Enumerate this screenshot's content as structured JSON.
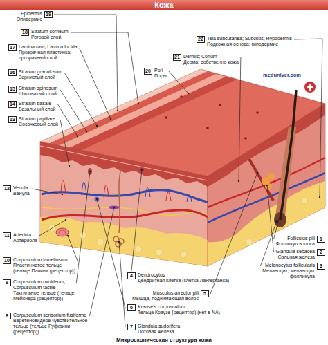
{
  "diagram": {
    "title": "Кожа",
    "caption": "Микроскопическая структура кожи",
    "nodes": [
      {
        "text": [
          "19",
          "Epidermis",
          "Эпидермис"
        ]
      },
      {
        "text": [
          "18",
          "Stratum corneum",
          "Роговой слой"
        ]
      },
      {
        "text": [
          "22",
          "Tela subcutanea; Subcutis; Hypodermis",
          "Подкожная основа; гиподермис"
        ]
      },
      {
        "text": [
          "17",
          "Lamina rara; Lamina lucida",
          "Прозрачная пластинка; прозрачный слой"
        ]
      },
      {
        "text": [
          "21",
          "Dermis; Corium",
          "Дерма; собственно кожа"
        ]
      },
      {
        "text": [
          "20",
          "Pori",
          "Поры"
        ]
      },
      {
        "text": [
          "16",
          "Stratum granulosum",
          "Зернистый слой"
        ]
      },
      {
        "text": [
          "15",
          "Stratum spinosum",
          "Шиповатый слой"
        ]
      },
      {
        "text": [
          "14",
          "Stratum basale",
          "Базальный слой"
        ]
      },
      {
        "text": [
          "13",
          "Stratum papillare",
          "Сосочковый слой"
        ]
      },
      {
        "text": [
          "12",
          "Venula",
          "Венула"
        ]
      },
      {
        "text": [
          "1",
          "Folliculus pili",
          "Фолликул волоса"
        ]
      },
      {
        "text": [
          "2",
          "Glandula sebacea",
          "Сальная железа"
        ]
      },
      {
        "text": [
          "3",
          "Melanocytus follicularis",
          "Меланоцит; меланоцит фолликула"
        ]
      },
      {
        "text": [
          "11",
          "Arteriola",
          "Артериола"
        ]
      },
      {
        "text": [
          "10",
          "Corpusculum lamellosum",
          "Пластинчатое тельце (тельце Пачини (рецептор))"
        ]
      },
      {
        "text": [
          "4",
          "Dendrocytus",
          "Дендритная клетка (клетка Лангерганса)"
        ]
      },
      {
        "text": [
          "9",
          "Corpusculum ovoideum; Corpusculum tactile",
          "Тактильное тельце (тельце Мейснера (рецептор))"
        ]
      },
      {
        "text": [
          "5",
          "Musculus arrector pili",
          "Мышца, поднимающая волос"
        ]
      },
      {
        "text": [
          "6",
          "Krause's corpusculum",
          "Тельце Краузе (рецептор) (нет в NA)"
        ]
      },
      {
        "text": [
          "8",
          "Corpusculum sensorium fusiforme",
          "Веретеновидное чувствительное тельце (тельце Руффини (рецептор))"
        ]
      },
      {
        "text": [
          "7",
          "Glandula sudorifera",
          "Потовая железа"
        ]
      }
    ],
    "labels": [
      "meduniver.com"
    ]
  }
}
